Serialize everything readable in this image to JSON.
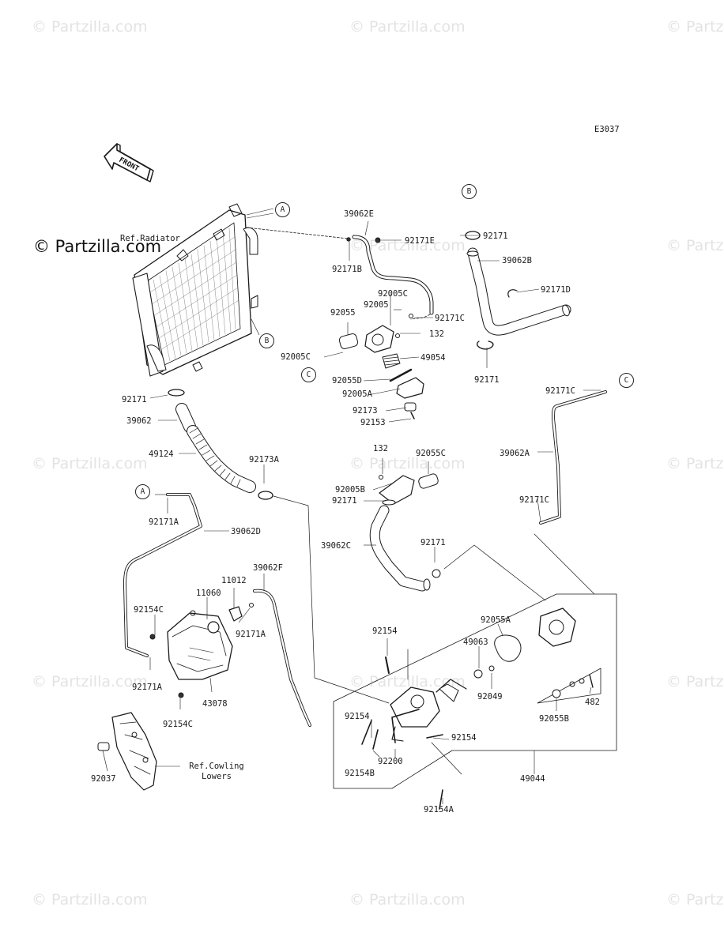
{
  "watermark": "© Partzilla.com",
  "diagram_code": "E3037",
  "front_arrow": "FRONT",
  "refs": {
    "radiator": "Ref.Radiator",
    "cowling": "Ref.Cowling\nLowers"
  },
  "connectors": [
    "A",
    "B",
    "C"
  ],
  "labels": [
    "39062E",
    "92171E",
    "92171B",
    "92171",
    "39062B",
    "92171D",
    "92005C",
    "92005",
    "92055",
    "92171C",
    "132",
    "92005C",
    "49054",
    "92055D",
    "92005A",
    "92173",
    "92153",
    "92171",
    "92171C",
    "39062A",
    "92171",
    "39062",
    "49124",
    "92173A",
    "92171C",
    "92171A",
    "39062D",
    "132",
    "92055C",
    "92005B",
    "92171",
    "39062C",
    "92171",
    "39062F",
    "11012",
    "11060",
    "92154C",
    "92171A",
    "92171A",
    "43078",
    "92154C",
    "92037",
    "92055A",
    "92154",
    "49063",
    "92049",
    "482",
    "92055B",
    "92154",
    "92154",
    "92200",
    "92154B",
    "49044",
    "92154A"
  ]
}
